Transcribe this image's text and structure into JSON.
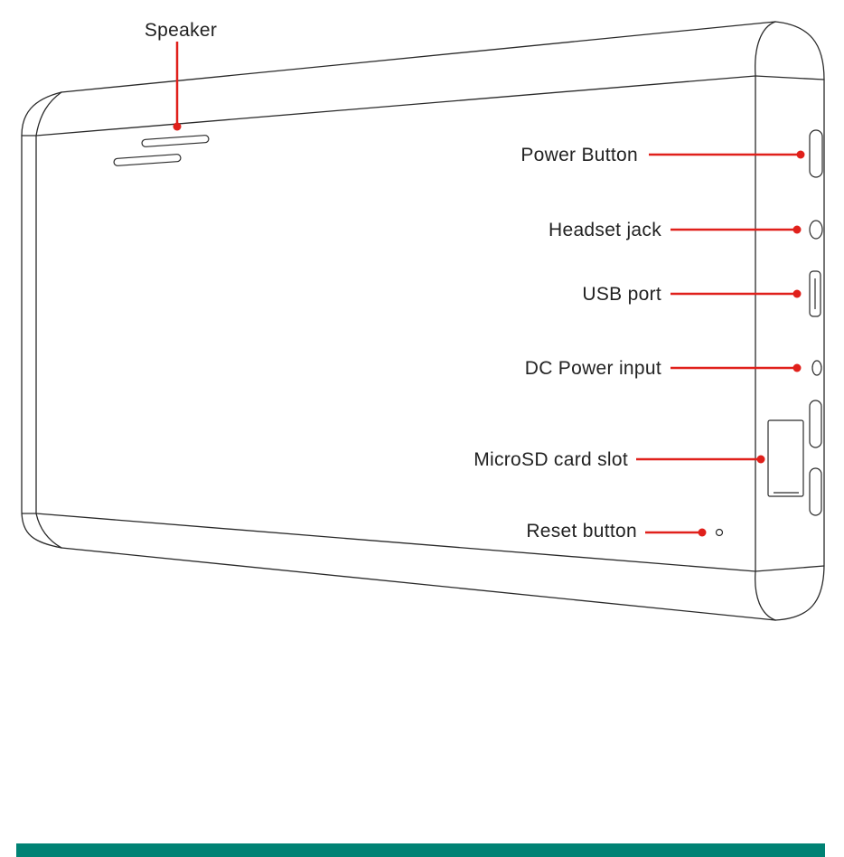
{
  "callouts": {
    "speaker": "Speaker",
    "power_button": "Power Button",
    "headset_jack": "Headset jack",
    "usb_port": "USB port",
    "dc_power_input": "DC Power input",
    "microsd_card_slot": "MicroSD card slot",
    "reset_button": "Reset button"
  },
  "colors": {
    "callout_red": "#e0201b",
    "outline": "#2a2a2a",
    "footer_bar": "#008274"
  }
}
